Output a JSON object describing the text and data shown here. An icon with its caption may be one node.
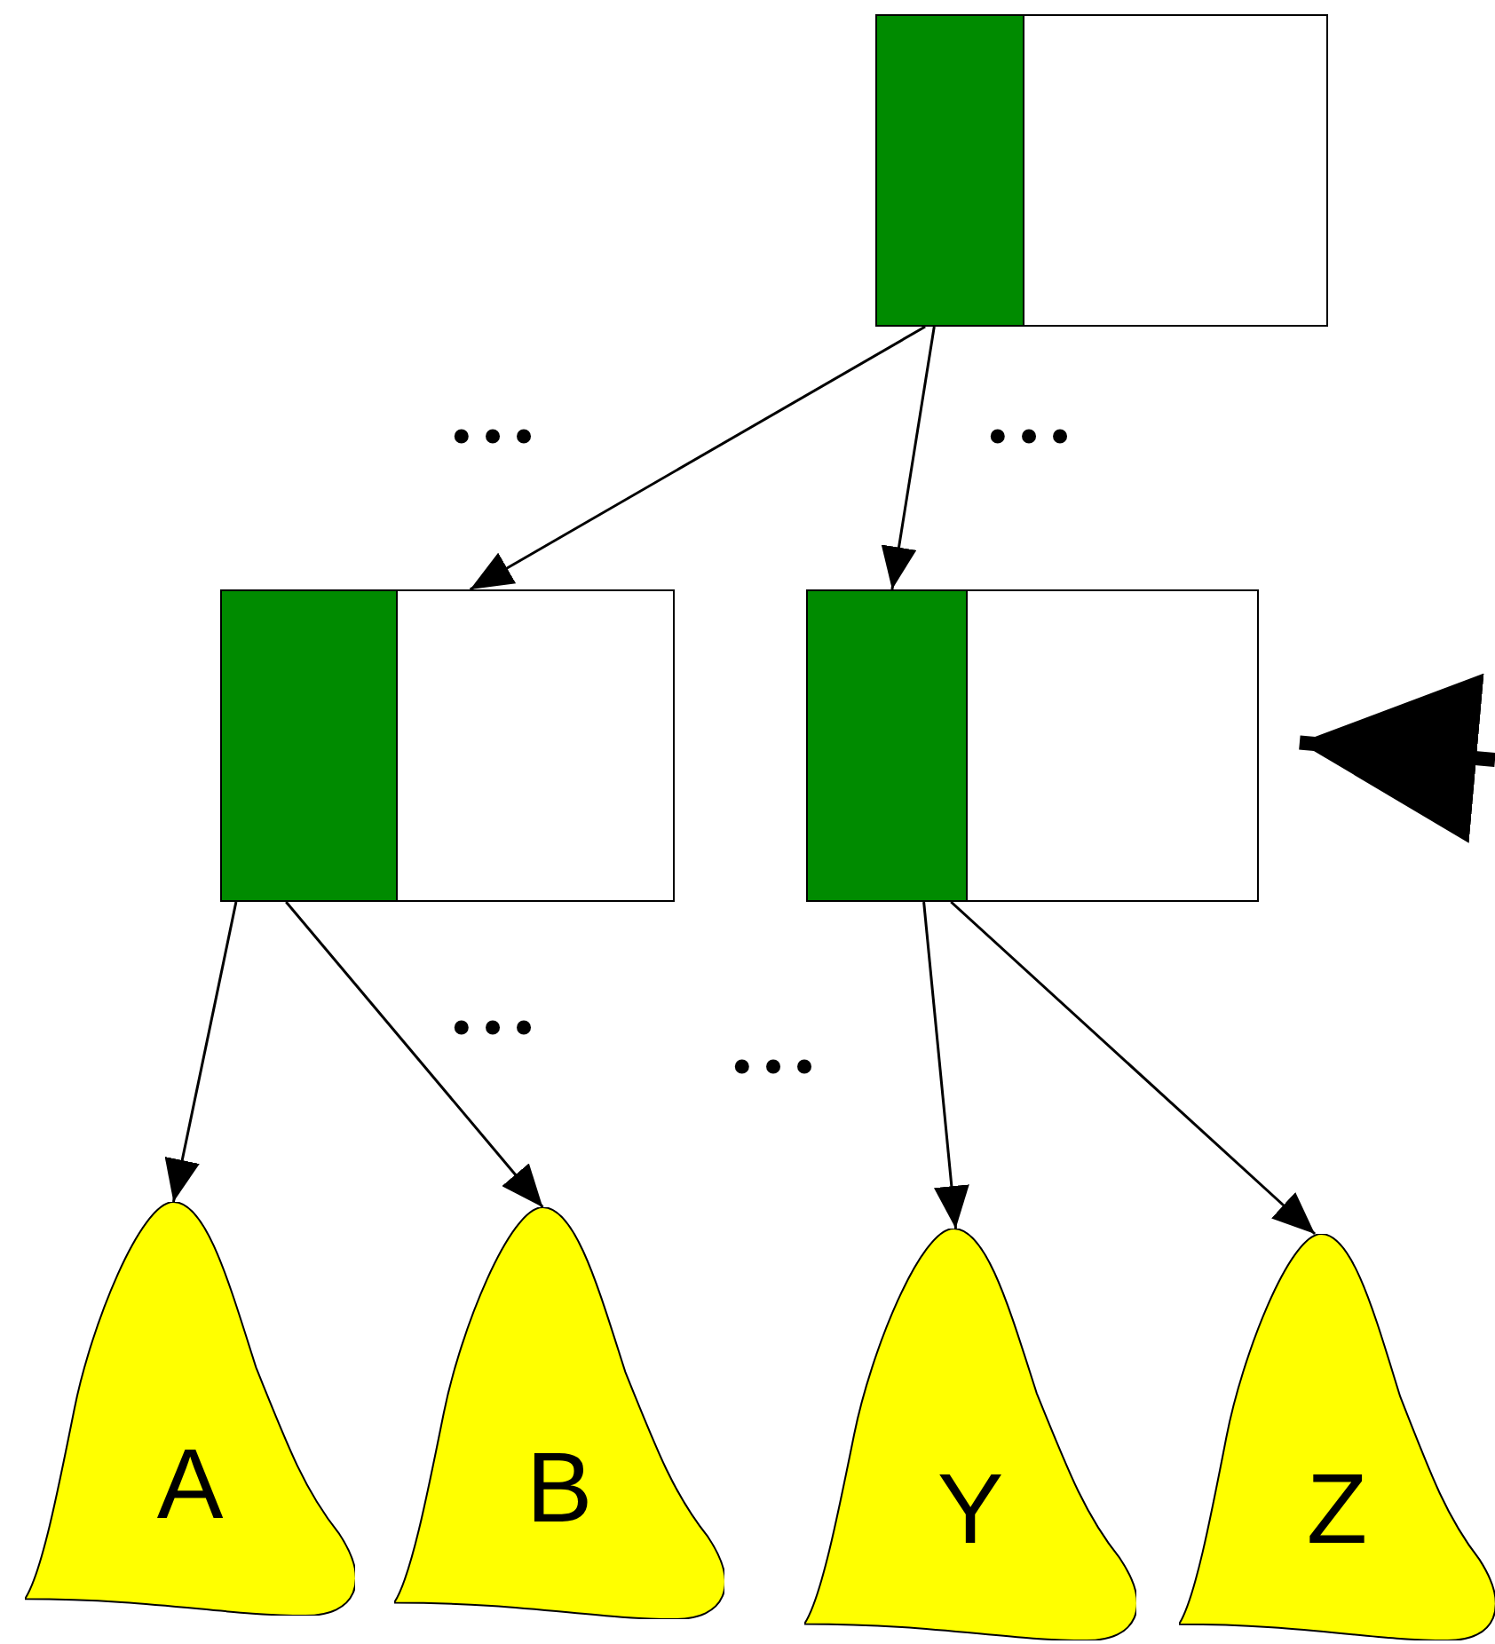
{
  "diagram": {
    "nodes": [
      {
        "text": [],
        "shape": "box"
      },
      {
        "text": [],
        "shape": "box"
      },
      {
        "text": [],
        "shape": "box"
      },
      {
        "text": [
          "A"
        ]
      },
      {
        "text": [
          "B"
        ]
      },
      {
        "text": [
          "Y"
        ]
      },
      {
        "text": [
          "Z"
        ]
      }
    ],
    "edges": [
      {
        "from": 0,
        "to": 1,
        "arrow": "to"
      },
      {
        "from": 0,
        "to": 2,
        "arrow": "to"
      },
      {
        "from": 1,
        "to": 3,
        "arrow": "to"
      },
      {
        "from": 1,
        "to": 4,
        "arrow": "to"
      },
      {
        "from": 2,
        "to": 5,
        "arrow": "to"
      },
      {
        "from": 2,
        "to": 6,
        "arrow": "to"
      },
      {
        "from": null,
        "to": 2,
        "arrow": "to",
        "style": "thick"
      }
    ],
    "labels": [
      "• • •",
      "• • •",
      "• • •",
      "• • •"
    ]
  }
}
